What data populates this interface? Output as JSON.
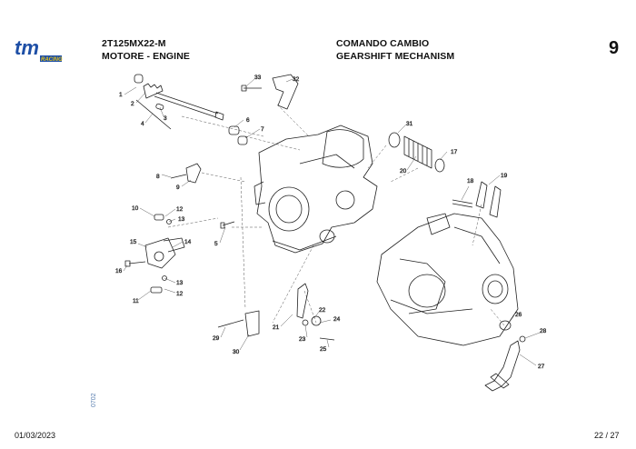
{
  "logo": {
    "brand": "tm",
    "sub": "RACING",
    "color_brand": "#1e4fa6",
    "color_sub": "#e4c21a"
  },
  "header": {
    "model": "2T125MX22-M",
    "section_it": "MOTORE - ENGINE",
    "title_it": "COMANDO CAMBIO",
    "title_en": "GEARSHIFT MECHANISM",
    "chapter": "9"
  },
  "footer": {
    "date": "01/03/2023",
    "page": "22 / 27",
    "code": "0702"
  },
  "callouts": [
    {
      "label": "1"
    },
    {
      "label": "2"
    },
    {
      "label": "3"
    },
    {
      "label": "4"
    },
    {
      "label": "5"
    },
    {
      "label": "6"
    },
    {
      "label": "7"
    },
    {
      "label": "8"
    },
    {
      "label": "9"
    },
    {
      "label": "10"
    },
    {
      "label": "11"
    },
    {
      "label": "12"
    },
    {
      "label": "12"
    },
    {
      "label": "13"
    },
    {
      "label": "13"
    },
    {
      "label": "14"
    },
    {
      "label": "15"
    },
    {
      "label": "16"
    },
    {
      "label": "17"
    },
    {
      "label": "18"
    },
    {
      "label": "19"
    },
    {
      "label": "20"
    },
    {
      "label": "21"
    },
    {
      "label": "22"
    },
    {
      "label": "23"
    },
    {
      "label": "24"
    },
    {
      "label": "25"
    },
    {
      "label": "26"
    },
    {
      "label": "27"
    },
    {
      "label": "28"
    },
    {
      "label": "29"
    },
    {
      "label": "30"
    },
    {
      "label": "31"
    },
    {
      "label": "32"
    },
    {
      "label": "33"
    }
  ]
}
